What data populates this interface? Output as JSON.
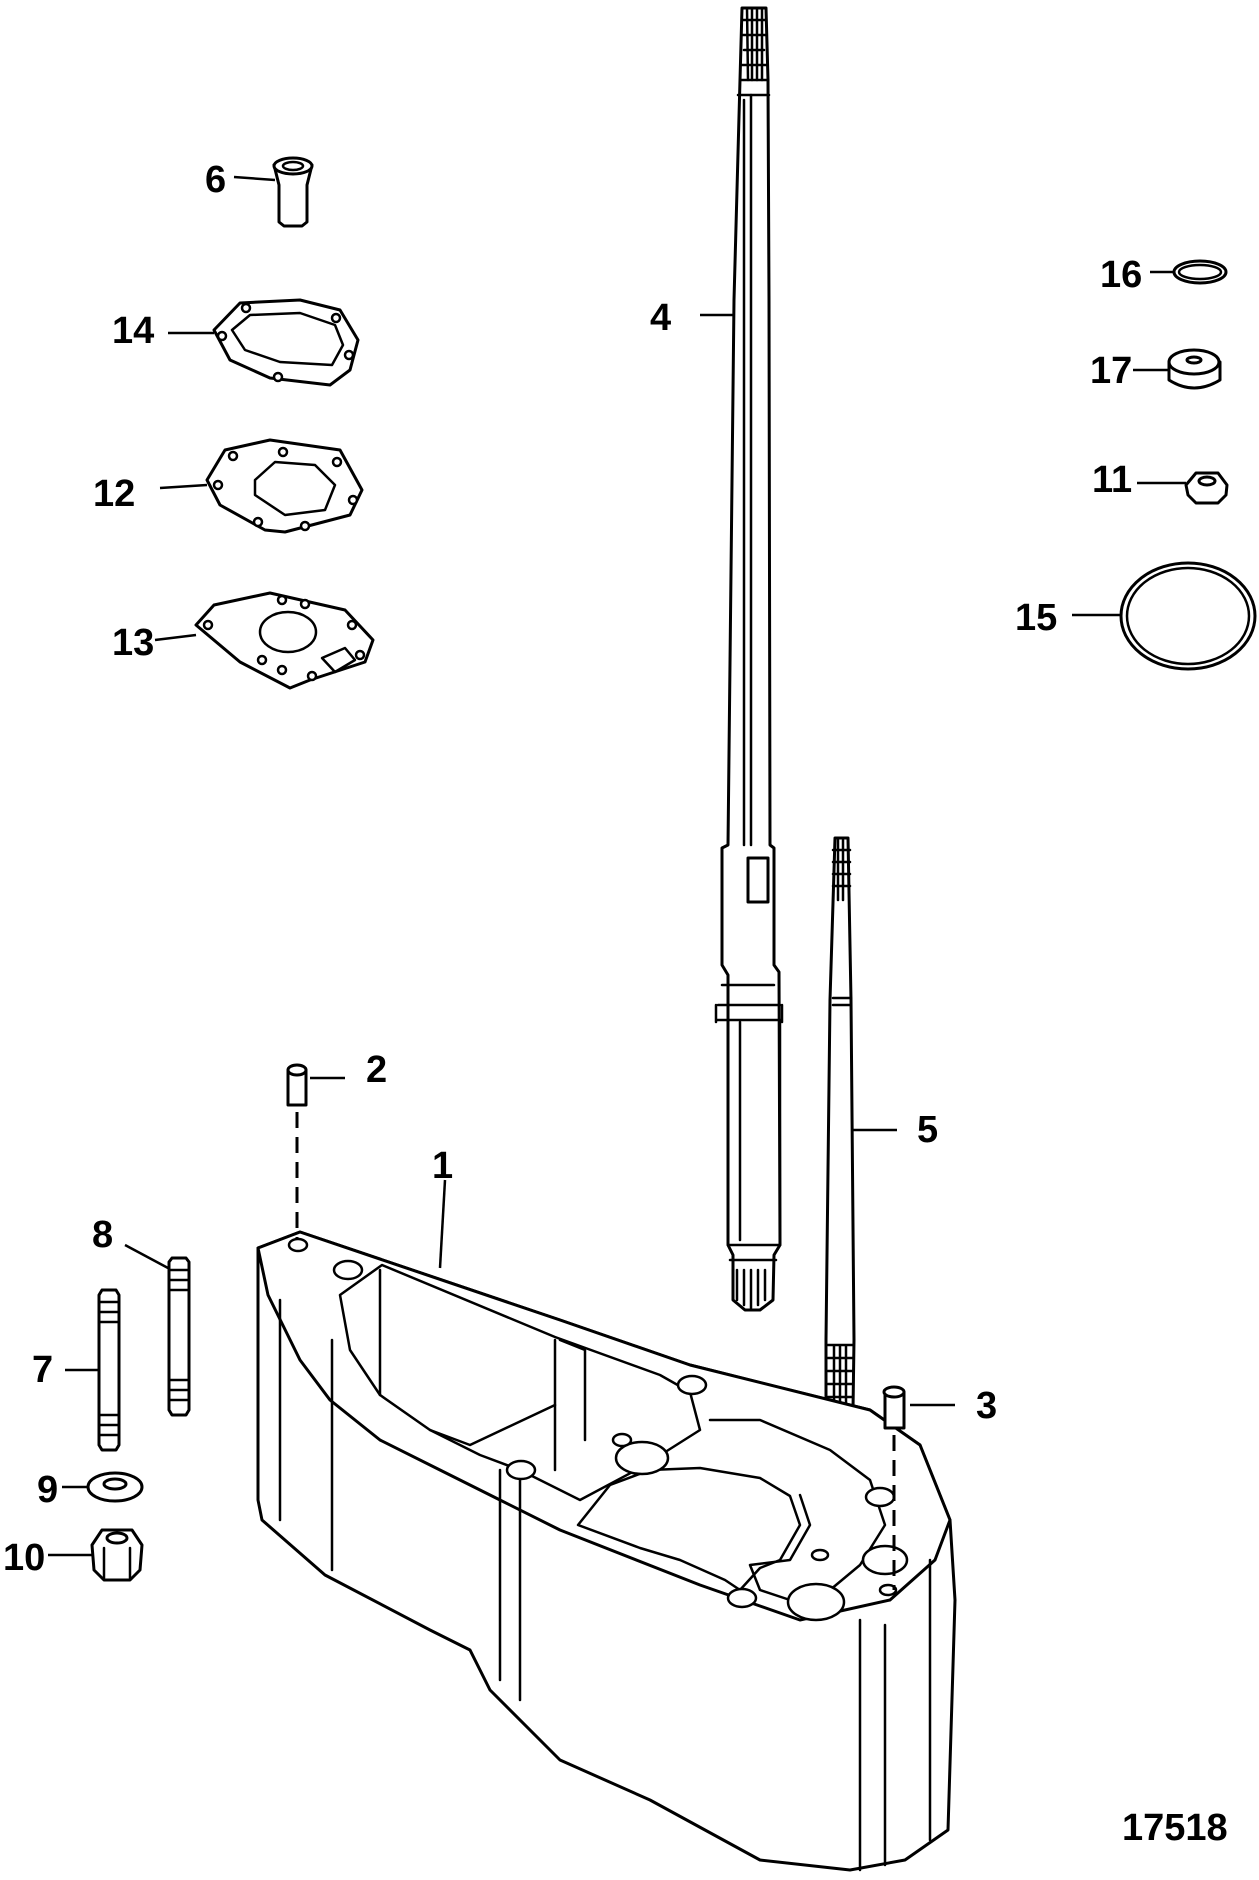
{
  "diagram": {
    "figure_number": "17518",
    "callouts": [
      "1",
      "2",
      "3",
      "4",
      "5",
      "6",
      "7",
      "8",
      "9",
      "10",
      "11",
      "12",
      "13",
      "14",
      "15",
      "16",
      "17"
    ]
  }
}
